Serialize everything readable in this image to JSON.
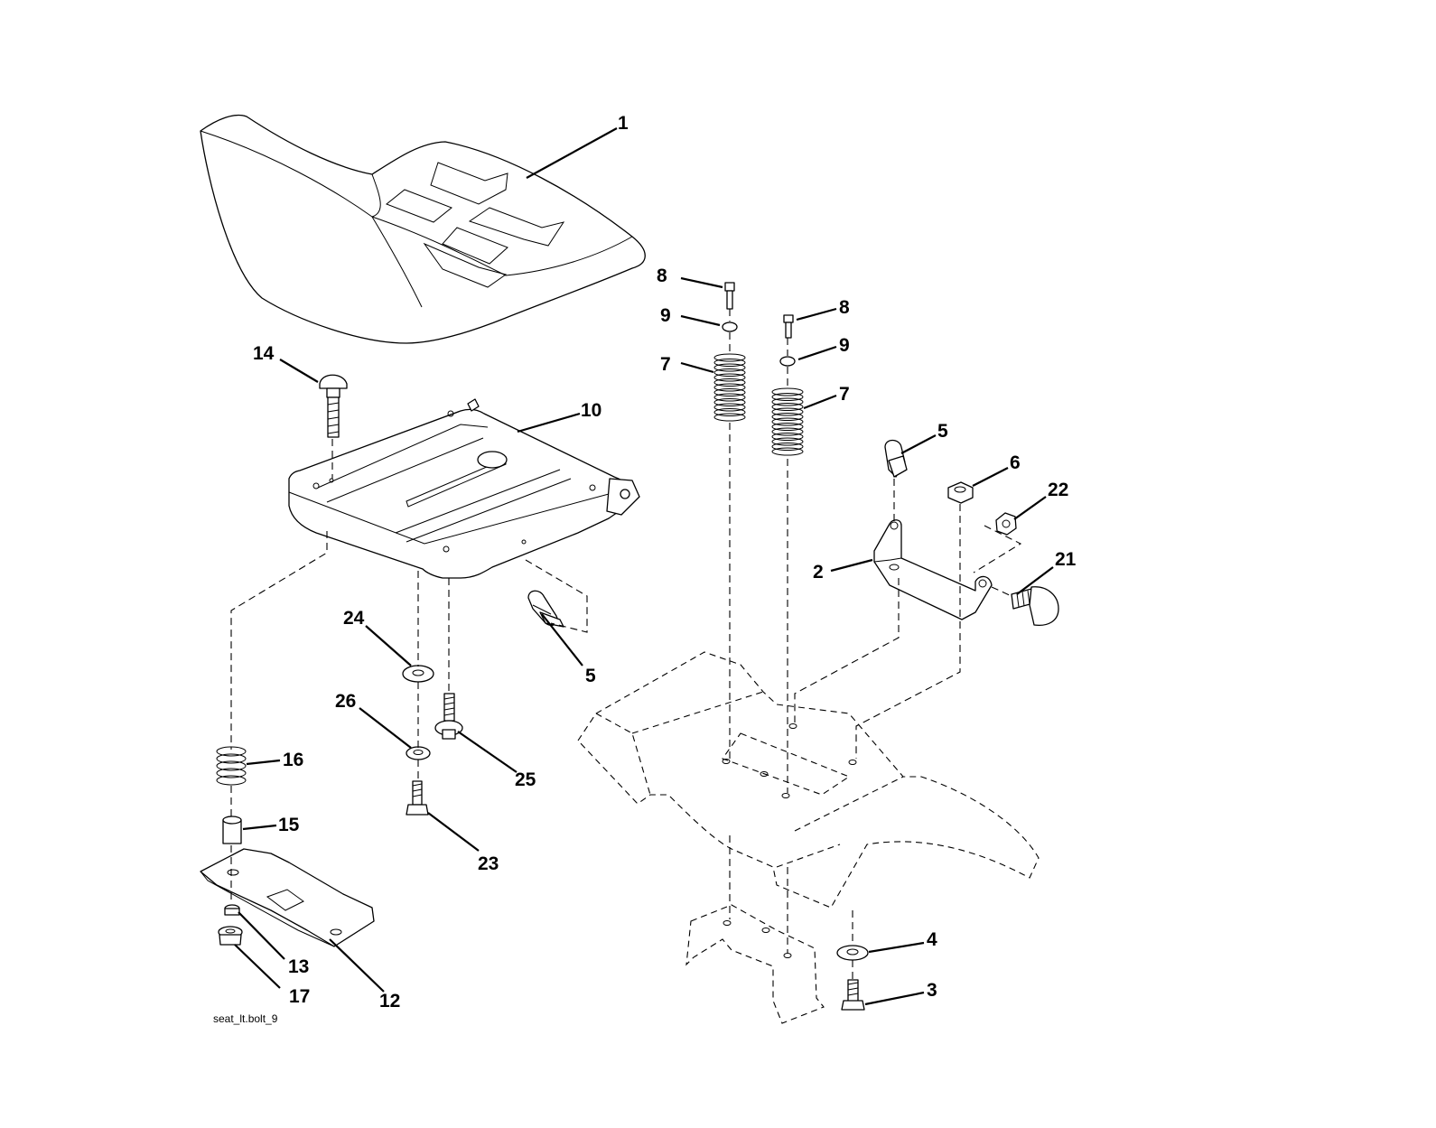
{
  "callouts": {
    "c1": "1",
    "c2": "2",
    "c3": "3",
    "c4": "4",
    "c5a": "5",
    "c5b": "5",
    "c6": "6",
    "c7a": "7",
    "c7b": "7",
    "c8a": "8",
    "c8b": "8",
    "c9a": "9",
    "c9b": "9",
    "c10": "10",
    "c12": "12",
    "c13": "13",
    "c14": "14",
    "c15": "15",
    "c16": "16",
    "c17": "17",
    "c21": "21",
    "c22": "22",
    "c23": "23",
    "c24": "24",
    "c25": "25",
    "c26": "26"
  },
  "caption": "seat_lt.bolt_9",
  "colors": {
    "line": "#000000",
    "background": "#ffffff"
  }
}
